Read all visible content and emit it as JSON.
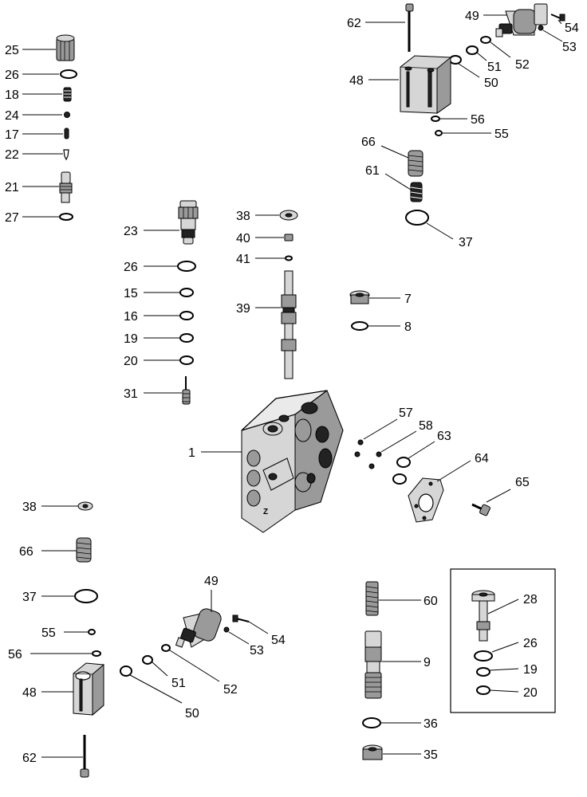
{
  "labels": {
    "l25": "25",
    "l26a": "26",
    "l18": "18",
    "l24": "24",
    "l17": "17",
    "l22": "22",
    "l21": "21",
    "l27": "27",
    "l23": "23",
    "l26b": "26",
    "l15": "15",
    "l16": "16",
    "l19a": "19",
    "l20a": "20",
    "l31": "31",
    "l38a": "38",
    "l40": "40",
    "l41": "41",
    "l39": "39",
    "l62a": "62",
    "l49a": "49",
    "l54a": "54",
    "l53a": "53",
    "l51a": "51",
    "l52a": "52",
    "l48a": "48",
    "l50a": "50",
    "l56a": "56",
    "l55a": "55",
    "l66a": "66",
    "l61": "61",
    "l37a": "37",
    "l7": "7",
    "l8": "8",
    "l1": "1",
    "l57": "57",
    "l58": "58",
    "l63": "63",
    "l64": "64",
    "l65": "65",
    "l38b": "38",
    "l66b": "66",
    "l37b": "37",
    "l55b": "55",
    "l56b": "56",
    "l48b": "48",
    "l62b": "62",
    "l49b": "49",
    "l54b": "54",
    "l53b": "53",
    "l51b": "51",
    "l52b": "52",
    "l50b": "50",
    "l60": "60",
    "l9": "9",
    "l36": "36",
    "l35": "35",
    "l28": "28",
    "l26c": "26",
    "l19b": "19",
    "l20b": "20"
  }
}
